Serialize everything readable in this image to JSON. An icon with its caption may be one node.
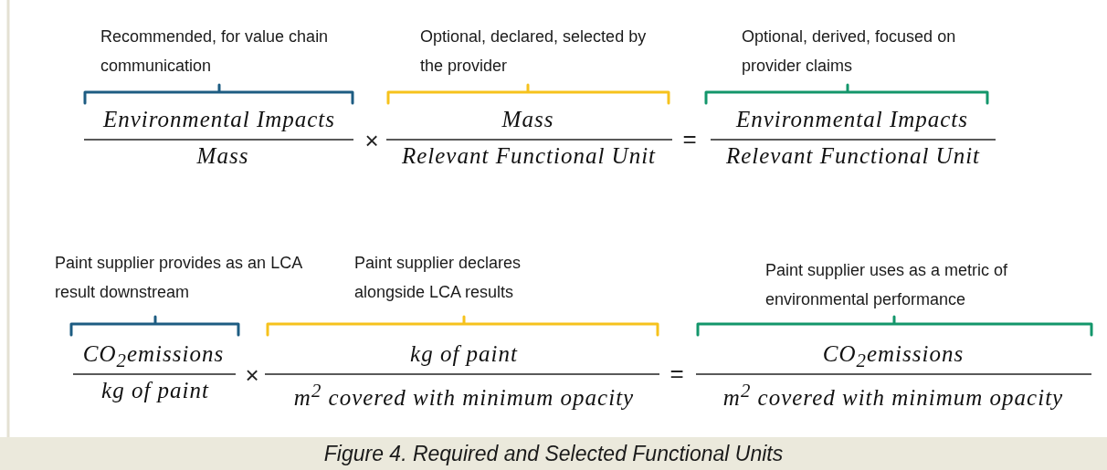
{
  "diagram": {
    "caption": "Figure 4. Required and Selected Functional Units",
    "labels": [
      "Recommended, for value chain communication",
      "Optional, declared, selected by the provider",
      "Optional, derived, focused on provider claims",
      "Environmental Impacts",
      "Mass",
      "×",
      "Mass",
      "Relevant Functional Unit",
      "=",
      "Environmental Impacts",
      "Relevant Functional Unit",
      "Paint supplier provides as an LCA result downstream",
      "Paint supplier declares alongside LCA results",
      "Paint supplier uses as a metric of environmental performance",
      "CO$_{2}$emissions",
      "kg of paint",
      "×",
      "kg of paint",
      "m$^{2}$ covered with minimum opacity",
      "=",
      "CO$_{2}$emissions",
      "m$^{2}$ covered with minimum opacity"
    ]
  }
}
